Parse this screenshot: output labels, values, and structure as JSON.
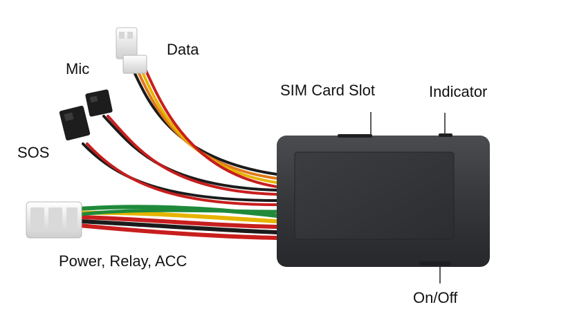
{
  "labels": {
    "data": "Data",
    "mic": "Mic",
    "sim_card_slot": "SIM Card Slot",
    "indicator": "Indicator",
    "sos": "SOS",
    "power_relay_acc": "Power, Relay, ACC",
    "on_off": "On/Off"
  },
  "colors": {
    "device_body": "#3a3c40",
    "device_panel": "#2e3034",
    "wire_red": "#c81e1e",
    "wire_yellow": "#e6b400",
    "wire_orange": "#e07a1a",
    "wire_green": "#1f8a3a",
    "wire_black": "#1b1b1b",
    "connector_white": "#e9e9e9",
    "connector_black": "#1d1d1d"
  }
}
